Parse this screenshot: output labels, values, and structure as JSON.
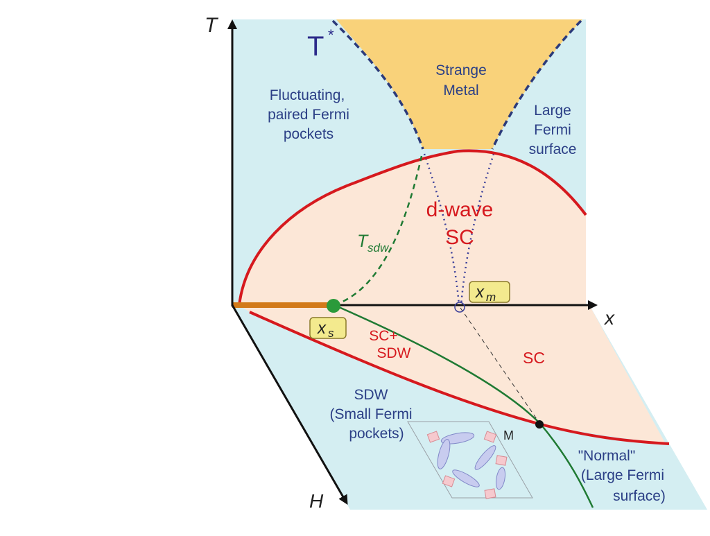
{
  "axes": {
    "t": "T",
    "x": "x",
    "h": "H",
    "t_star": "T",
    "t_star_sup": "*"
  },
  "regions": {
    "fluctuating": [
      "Fluctuating,",
      "paired Fermi",
      "pockets"
    ],
    "strange_metal": [
      "Strange",
      "Metal"
    ],
    "large_fermi": [
      "Large",
      "Fermi",
      "surface"
    ],
    "dwave_sc": [
      "d-wave",
      "SC"
    ],
    "sc_sdw": [
      "SC+",
      "SDW"
    ],
    "sc": "SC",
    "sdw": [
      "SDW",
      "(Small Fermi",
      "pockets)"
    ],
    "normal": [
      "\"Normal\"",
      "(Large Fermi",
      "surface)"
    ]
  },
  "markers": {
    "x_s": "x",
    "x_s_sub": "s",
    "x_m": "x",
    "x_m_sub": "m",
    "t_sdw": "T",
    "t_sdw_sub": "sdw",
    "m": "M"
  },
  "colors": {
    "light_blue": "#d4eef2",
    "peach": "#fce7d7",
    "strange_metal": "#f9d27a",
    "sc_dome": "#d6191e",
    "crossover": "#2b3a7a",
    "sdw_line": "#1f7a33",
    "orange_bar": "#d27a1a"
  }
}
